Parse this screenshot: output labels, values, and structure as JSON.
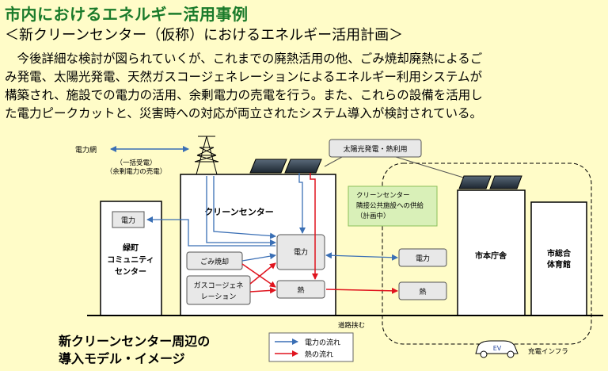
{
  "title": "市内におけるエネルギー活用事例",
  "subtitle": "＜新クリーンセンター（仮称）におけるエネルギー活用計画＞",
  "paragraph_lines": [
    "　今後詳細な検討が図られていくが、これまでの廃熱活用の他、ごみ焼却廃熱によるご",
    "み発電、太陽光発電、天然ガスコージェネレーションによるエネルギー利用システムが",
    "構築され、施設での電力の活用、余剰電力の売電を行う。また、これらの設備を活用し",
    "た電力ピークカットと、災害時への対応が両立されたシステム導入が検討されている。"
  ],
  "diagram": {
    "grid_label": "電力網",
    "grid_note_1": "（一括受電）",
    "grid_note_2": "（余剰電力の売電）",
    "solar_callout": "太陽光発電・熱利用",
    "supply_note": [
      "クリーンセンター",
      "隣接公共施設への供給",
      "（計画中）"
    ],
    "clean_center": "クリーンセンター",
    "garbage_incineration": "ごみ焼却",
    "gas_cogen": [
      "ガスコージェネ",
      "レーション"
    ],
    "power_node": "電力",
    "heat_node": "熱",
    "community_center_power": "電力",
    "community_center": [
      "緑町",
      "コミュニティ",
      "センター"
    ],
    "outside_power": "電力",
    "outside_heat": "熱",
    "city_hall": "市本庁舎",
    "gymnasium": [
      "市総合",
      "体育館"
    ],
    "road_label": "道路挟む",
    "ev_label": "EV",
    "charging_label": "充電インフラ",
    "legend_power": "電力の流れ",
    "legend_heat": "熱の流れ",
    "colors": {
      "power_flow": "#3a6fb5",
      "heat_flow": "#e0141e",
      "title": "#1a7a2a"
    }
  },
  "caption_lines": [
    "新クリーンセンター周辺の",
    "導入モデル・イメージ"
  ]
}
